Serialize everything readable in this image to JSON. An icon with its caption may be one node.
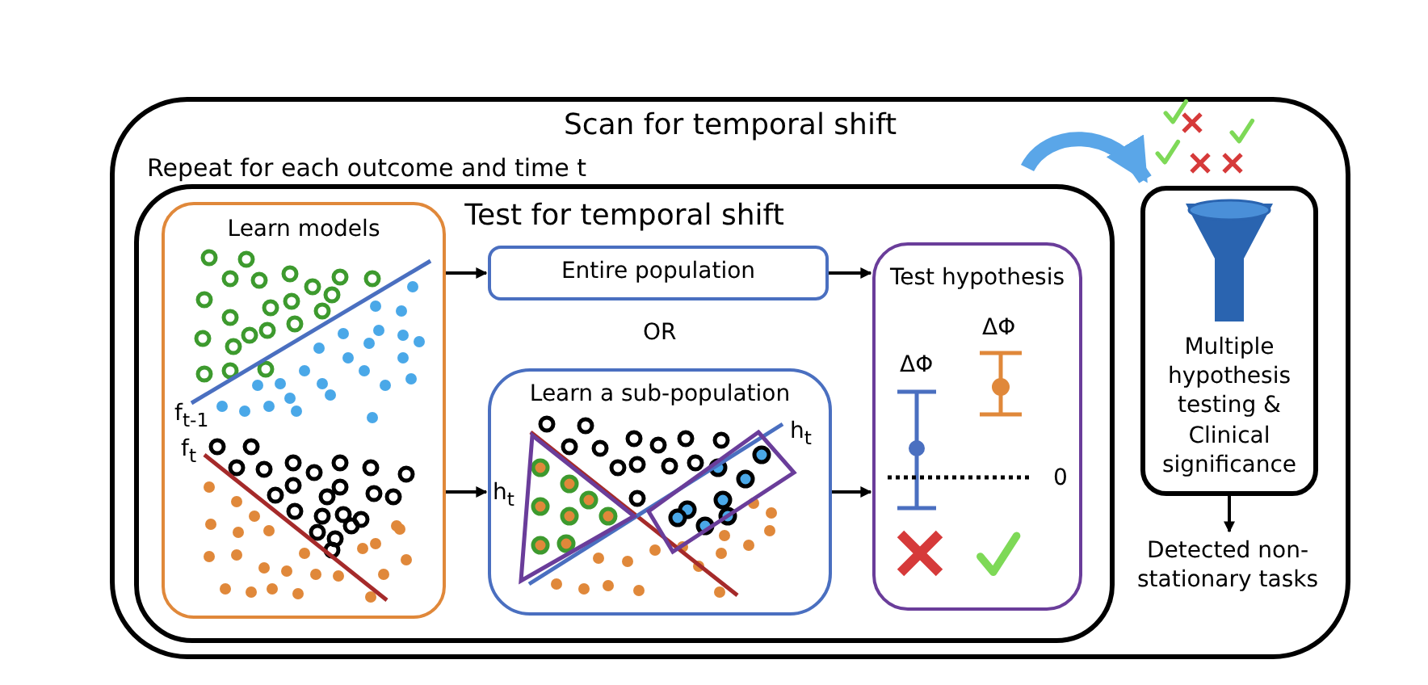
{
  "diagram": {
    "nodes": [
      {
        "text": [
          "Scan for temporal shift",
          "Repeat for each outcome and time t"
        ]
      },
      {
        "text": [
          "Test for temporal shift"
        ],
        "in": 0
      },
      {
        "text": [
          "Learn models"
        ],
        "in": 1
      },
      {
        "text": [
          "Entire population"
        ],
        "in": 1
      },
      {
        "text": [
          "Learn a sub-population"
        ],
        "in": 1
      },
      {
        "text": [
          "Test hypothesis"
        ],
        "in": 1
      },
      {
        "text": [
          "Multiple hypothesis testing & Clinical significance"
        ],
        "in": 0
      },
      {
        "text": [
          "Detected non-stationary tasks"
        ],
        "in": 0
      }
    ],
    "edges": [
      {
        "from": 2,
        "to": 3,
        "arrow": "to"
      },
      {
        "from": 2,
        "to": 4,
        "arrow": "to"
      },
      {
        "from": 3,
        "to": 5,
        "arrow": "to"
      },
      {
        "from": 4,
        "to": 5,
        "arrow": "to"
      },
      {
        "from": 1,
        "to": 6,
        "arrow": "to",
        "style": "thick",
        "color": "#5aa6e8"
      },
      {
        "from": 6,
        "to": 7,
        "arrow": "to"
      }
    ],
    "labels": [
      "OR",
      "ΔΦ",
      "ΔΦ",
      "f$_{t-1}$",
      "h$_{t}$",
      "f$_{t}$",
      "h$_{t}$",
      "0"
    ]
  }
}
